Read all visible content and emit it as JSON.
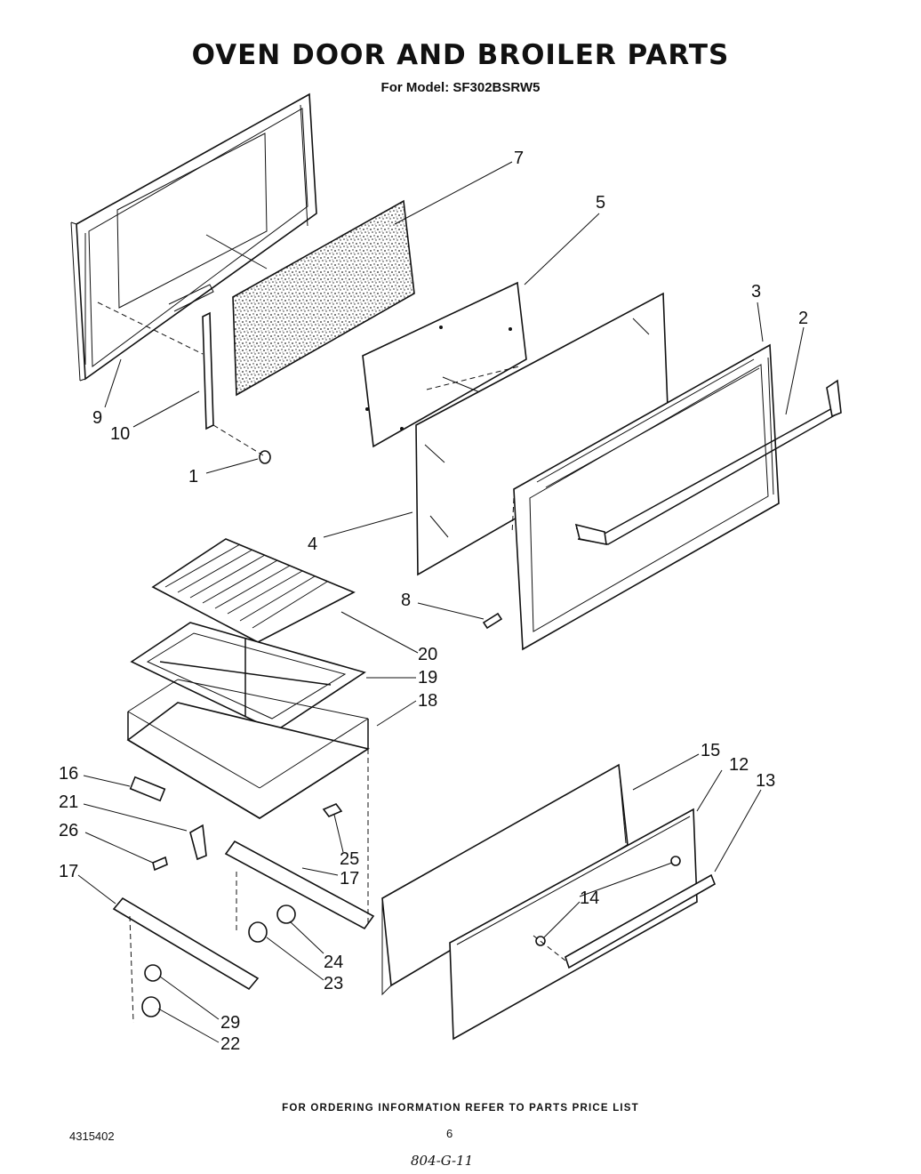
{
  "title": "OVEN DOOR AND BROILER PARTS",
  "subtitle": "For Model: SF302BSRW5",
  "callouts": {
    "c1": "1",
    "c2": "2",
    "c3": "3",
    "c4": "4",
    "c5": "5",
    "c7": "7",
    "c8": "8",
    "c9": "9",
    "c10": "10",
    "c12": "12",
    "c13": "13",
    "c14": "14",
    "c15": "15",
    "c16": "16",
    "c17a": "17",
    "c17b": "17",
    "c18": "18",
    "c19": "19",
    "c20": "20",
    "c21": "21",
    "c22": "22",
    "c23": "23",
    "c24": "24",
    "c25": "25",
    "c26": "26",
    "c29": "29"
  },
  "footer_note": "FOR ORDERING INFORMATION REFER TO PARTS PRICE LIST",
  "doc_number": "4315402",
  "page_number": "6",
  "handwritten_note": "804-G-11"
}
